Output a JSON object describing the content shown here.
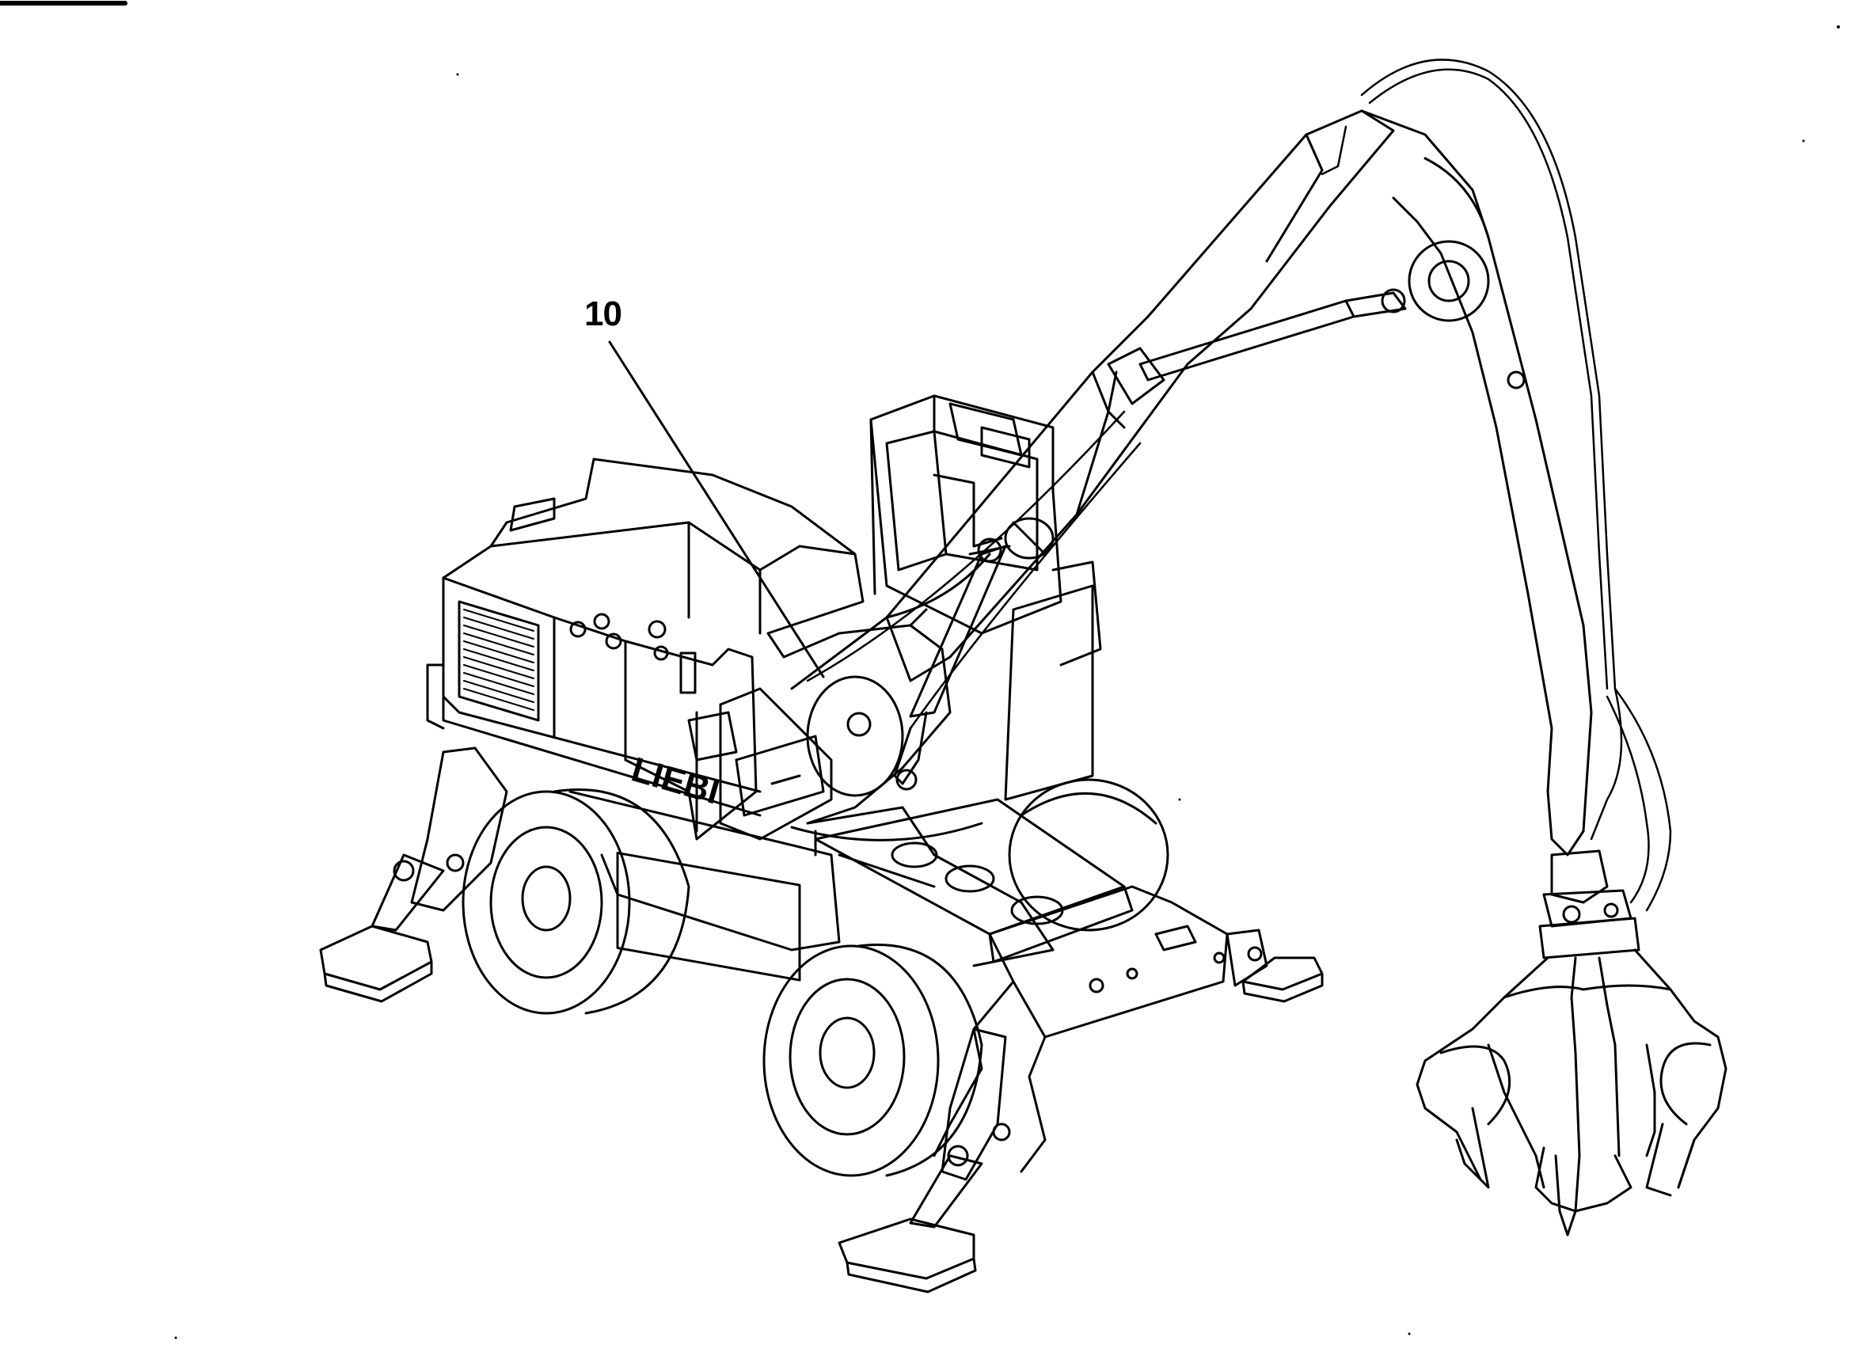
{
  "diagram": {
    "callouts": [
      {
        "label": "10",
        "target": "upper-carriage-boom-pivot"
      }
    ],
    "machine_brand_text": "LIEBI",
    "subject_icon": "material-handler-excavator-icon",
    "line_color": "#000000",
    "background_color": "#ffffff"
  }
}
